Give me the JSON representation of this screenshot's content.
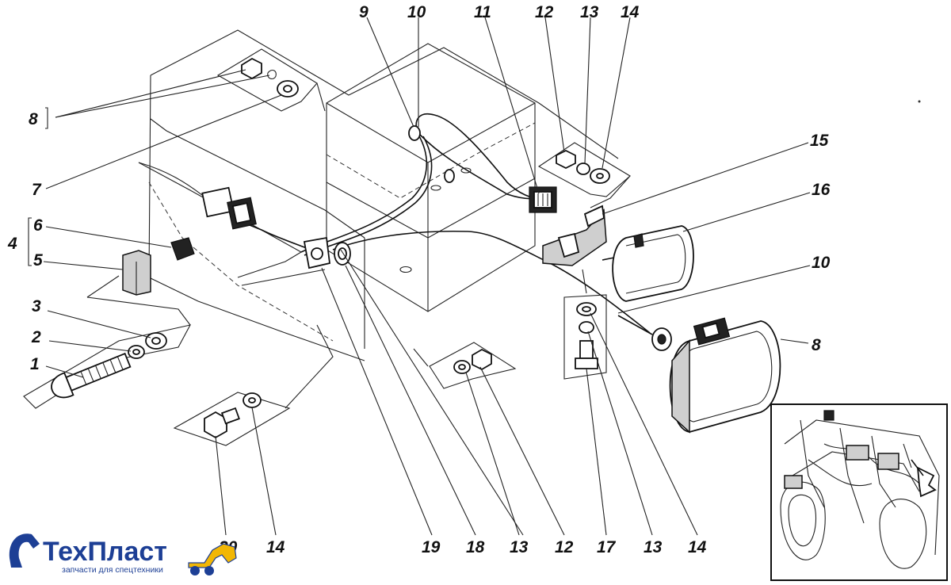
{
  "callouts": {
    "n1": "1",
    "n2": "2",
    "n3": "3",
    "n4": "4",
    "n5": "5",
    "n6": "6",
    "n7": "7",
    "n8a": "8",
    "n8b": "8",
    "n9": "9",
    "n10a": "10",
    "n10b": "10",
    "n11": "11",
    "n12a": "12",
    "n12b": "12",
    "n13a": "13",
    "n13b": "13",
    "n13c": "13",
    "n14a": "14",
    "n14b": "14",
    "n14c": "14",
    "n15": "15",
    "n16": "16",
    "n17": "17",
    "n18": "18",
    "n19": "19",
    "n20": "20"
  },
  "logo": {
    "name": "ТехПласт",
    "tagline": "запчасти для спецтехники",
    "brand_color": "#1d3f95",
    "accent_color": "#f2b705"
  }
}
